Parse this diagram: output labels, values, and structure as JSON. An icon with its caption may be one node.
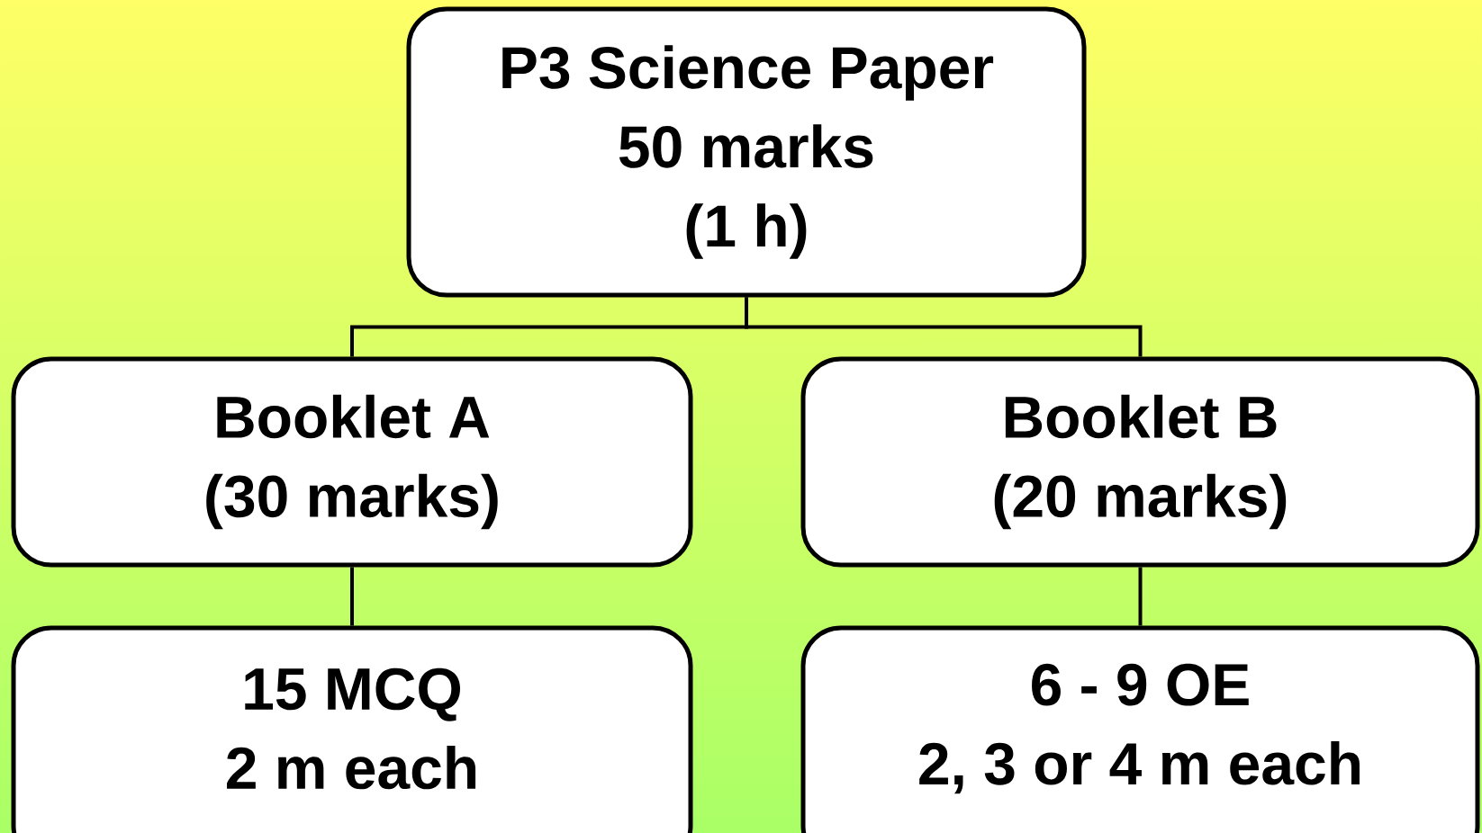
{
  "diagram": {
    "nodes": [
      {
        "text": [
          "P3 Science Paper",
          "50 marks",
          "(1 h)"
        ]
      },
      {
        "text": [
          "Booklet A",
          "(30 marks)"
        ]
      },
      {
        "text": [
          "Booklet B",
          "(20 marks)"
        ]
      },
      {
        "text": [
          "15 MCQ",
          "2 m each"
        ]
      },
      {
        "text": [
          "6 - 9 OE",
          "2, 3 or 4 m each"
        ]
      }
    ],
    "edges": [
      {
        "from": 0,
        "to": 1,
        "arrow": "none"
      },
      {
        "from": 0,
        "to": 2,
        "arrow": "none"
      },
      {
        "from": 1,
        "to": 3,
        "arrow": "none"
      },
      {
        "from": 2,
        "to": 4,
        "arrow": "none"
      }
    ]
  }
}
